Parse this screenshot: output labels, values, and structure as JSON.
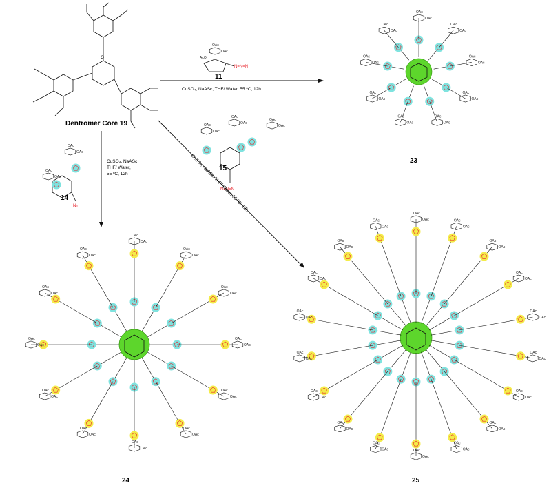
{
  "compounds": {
    "core": "Dentromer Core 19",
    "azide_11": "11",
    "azide_14": "14",
    "azide_15": "15",
    "product_23": "23",
    "product_24": "24",
    "product_25": "25"
  },
  "conditions": {
    "top": "CuSO₄, NaASc, THF/ Water, 55 ºC, 12h",
    "left_1": "CuSO₄, NaASc",
    "left_2": "THF/ Water,",
    "left_3": "55 ºC, 12h",
    "diagonal": "CuSO₄, NaASc, THF/ Water, 55 ºC, 12h"
  },
  "labels": {
    "acetate": "OAc",
    "acetate_rev": "AcO",
    "oxygen": "O",
    "azide": "N=N=N",
    "n3": "N₃",
    "triazole": "N=N"
  },
  "colors": {
    "core_highlight": "#5dd62c",
    "inner_triazole": "#7fe3df",
    "outer_triazole": "#f4ec4a",
    "azide_red": "#e8232b",
    "bond": "#111111"
  }
}
